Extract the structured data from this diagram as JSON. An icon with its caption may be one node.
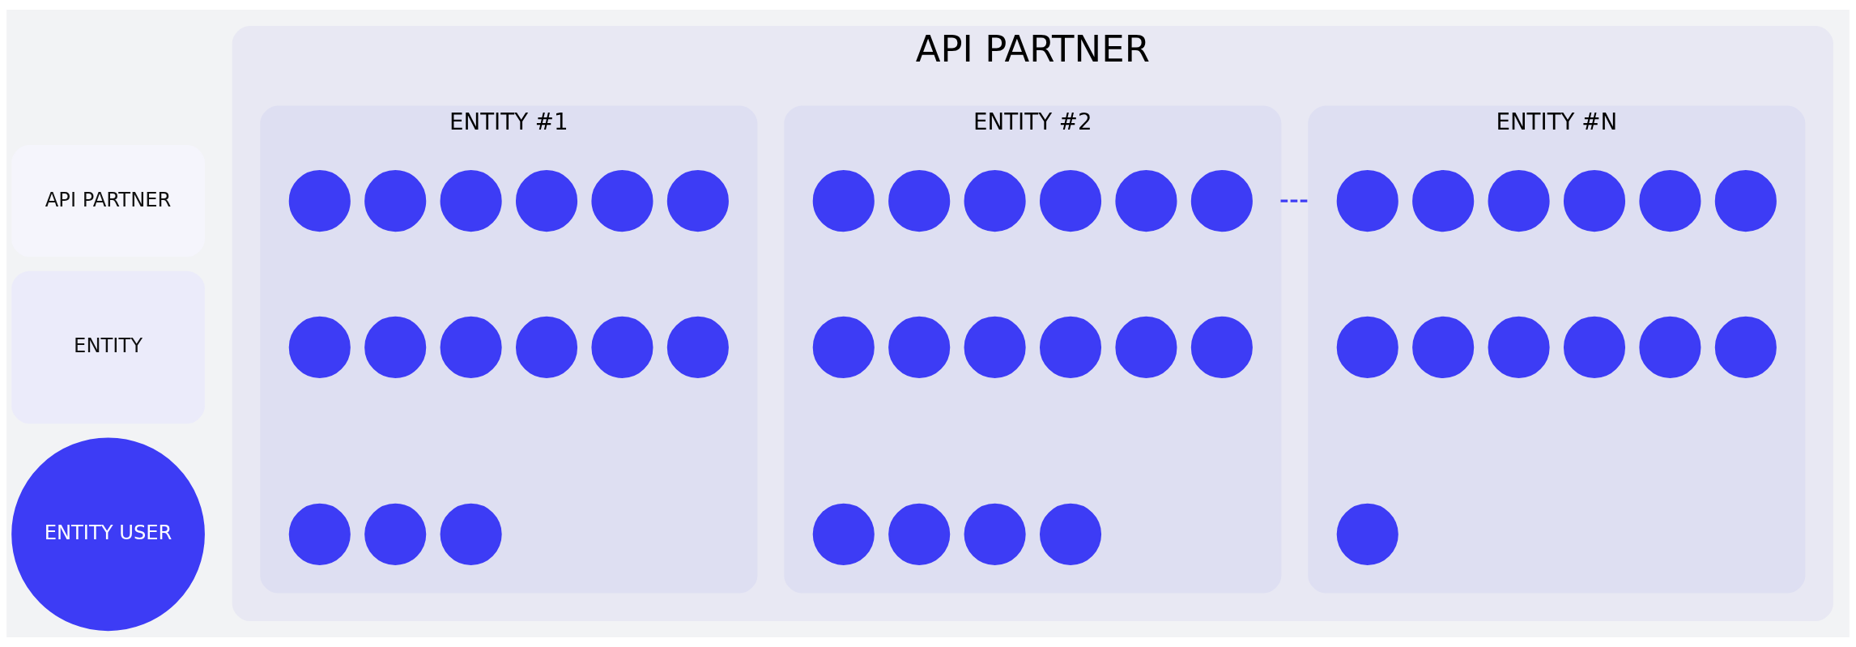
{
  "diagram": {
    "nodes": [
      {
        "text": [
          "API PARTNER"
        ]
      },
      {
        "text": [
          "ENTITY"
        ]
      },
      {
        "text": [
          "ENTITY USER"
        ]
      },
      {
        "text": [
          "API PARTNER"
        ]
      },
      {
        "text": [
          "ENTITY #1"
        ],
        "in": 3
      },
      {
        "text": [],
        "shape": "circle",
        "in": 4
      },
      {
        "text": [],
        "shape": "circle",
        "in": 4
      },
      {
        "text": [],
        "shape": "circle",
        "in": 4
      },
      {
        "text": [],
        "shape": "circle",
        "in": 4
      },
      {
        "text": [],
        "shape": "circle",
        "in": 4
      },
      {
        "text": [],
        "shape": "circle",
        "in": 4
      },
      {
        "text": [],
        "shape": "circle",
        "in": 4
      },
      {
        "text": [],
        "shape": "circle",
        "in": 4
      },
      {
        "text": [],
        "shape": "circle",
        "in": 4
      },
      {
        "text": [],
        "shape": "circle",
        "in": 4
      },
      {
        "text": [],
        "shape": "circle",
        "in": 4
      },
      {
        "text": [],
        "shape": "circle",
        "in": 4
      },
      {
        "text": [],
        "shape": "circle",
        "in": 4
      },
      {
        "text": [],
        "shape": "circle",
        "in": 4
      },
      {
        "text": [],
        "shape": "circle",
        "in": 4
      },
      {
        "text": [
          "ENTITY #2"
        ],
        "in": 3
      },
      {
        "text": [],
        "shape": "circle",
        "in": 20
      },
      {
        "text": [],
        "shape": "circle",
        "in": 20
      },
      {
        "text": [],
        "shape": "circle",
        "in": 20
      },
      {
        "text": [],
        "shape": "circle",
        "in": 20
      },
      {
        "text": [],
        "shape": "circle",
        "in": 20
      },
      {
        "text": [],
        "shape": "circle",
        "in": 20
      },
      {
        "text": [],
        "shape": "circle",
        "in": 20
      },
      {
        "text": [],
        "shape": "circle",
        "in": 20
      },
      {
        "text": [],
        "shape": "circle",
        "in": 20
      },
      {
        "text": [],
        "shape": "circle",
        "in": 20
      },
      {
        "text": [],
        "shape": "circle",
        "in": 20
      },
      {
        "text": [],
        "shape": "circle",
        "in": 20
      },
      {
        "text": [],
        "shape": "circle",
        "in": 20
      },
      {
        "text": [],
        "shape": "circle",
        "in": 20
      },
      {
        "text": [],
        "shape": "circle",
        "in": 20
      },
      {
        "text": [],
        "shape": "circle",
        "in": 20
      },
      {
        "text": [
          "ENTITY #N"
        ],
        "in": 3
      },
      {
        "text": [],
        "shape": "circle",
        "in": 37
      },
      {
        "text": [],
        "shape": "circle",
        "in": 37
      },
      {
        "text": [],
        "shape": "circle",
        "in": 37
      },
      {
        "text": [],
        "shape": "circle",
        "in": 37
      },
      {
        "text": [],
        "shape": "circle",
        "in": 37
      },
      {
        "text": [],
        "shape": "circle",
        "in": 37
      },
      {
        "text": [],
        "shape": "circle",
        "in": 37
      },
      {
        "text": [],
        "shape": "circle",
        "in": 37
      },
      {
        "text": [],
        "shape": "circle",
        "in": 37
      },
      {
        "text": [],
        "shape": "circle",
        "in": 37
      },
      {
        "text": [],
        "shape": "circle",
        "in": 37
      },
      {
        "text": [],
        "shape": "circle",
        "in": 37
      },
      {
        "text": [],
        "shape": "circle",
        "in": 37
      }
    ],
    "edges": [
      {
        "from": 20,
        "to": 37,
        "arrow": "none",
        "style": "dashed"
      }
    ]
  }
}
